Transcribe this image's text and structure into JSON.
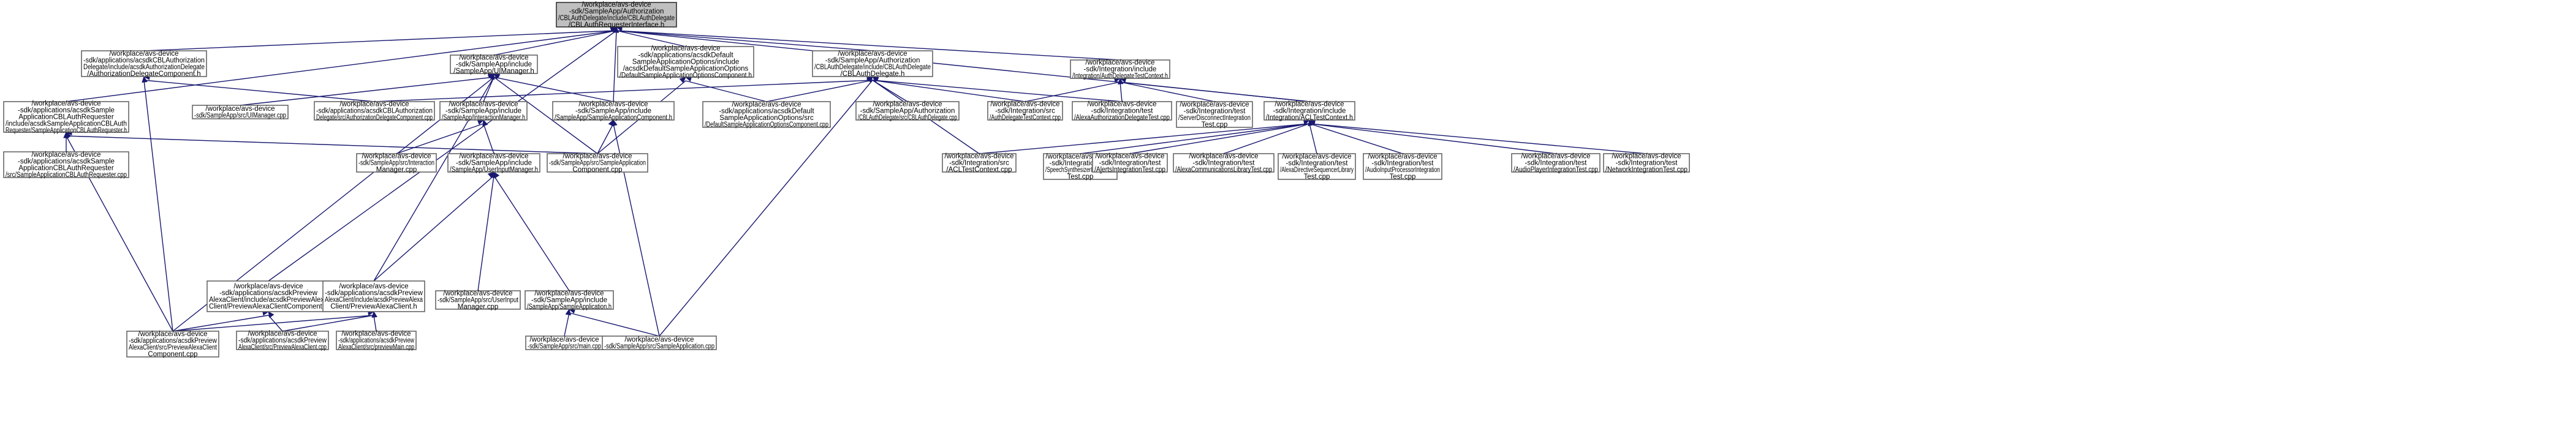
{
  "graph": {
    "nodes": [
      {
        "id": "root",
        "root": true,
        "lines": [
          "/workplace/avs-device",
          "-sdk/SampleApp/Authorization",
          "/CBLAuthDelegate/include/CBLAuthDelegate",
          "/CBLAuthRequesterInterface.h"
        ]
      },
      {
        "id": "n_apprequester_h",
        "lines": [
          "/workplace/avs-device",
          "-sdk/applications/acsdkSample",
          "ApplicationCBLAuthRequester",
          "/include/acsdkSampleApplicationCBLAuth",
          "Requester/SampleApplicationCBLAuthRequester.h"
        ]
      },
      {
        "id": "n_authdelegatecomp_h",
        "lines": [
          "/workplace/avs-device",
          "-sdk/applications/acsdkCBLAuthorization",
          "Delegate/include/acsdkAuthorizationDelegate",
          "/AuthorizationDelegateComponent.h"
        ]
      },
      {
        "id": "n_uimanager_h",
        "lines": [
          "/workplace/avs-device",
          "-sdk/SampleApp/include",
          "/SampleApp/UIManager.h"
        ]
      },
      {
        "id": "n_defaultopts_h",
        "lines": [
          "/workplace/avs-device",
          "-sdk/applications/acsdkDefault",
          "SampleApplicationOptions/include",
          "/acsdkDefaultSampleApplicationOptions",
          "/DefaultSampleApplicationOptionsComponent.h"
        ]
      },
      {
        "id": "n_cblauthdelegate_h",
        "lines": [
          "/workplace/avs-device",
          "-sdk/SampleApp/Authorization",
          "/CBLAuthDelegate/include/CBLAuthDelegate",
          "/CBLAuthDelegate.h"
        ]
      },
      {
        "id": "n_authdelegatetestctx_h",
        "lines": [
          "/workplace/avs-device",
          "-sdk/Integration/include",
          "/Integration/AuthDelegateTestContext.h"
        ]
      },
      {
        "id": "n_apprequester_cpp",
        "lines": [
          "/workplace/avs-device",
          "-sdk/applications/acsdkSample",
          "ApplicationCBLAuthRequester",
          "/src/SampleApplicationCBLAuthRequester.cpp"
        ]
      },
      {
        "id": "n_uimanager_cpp",
        "lines": [
          "/workplace/avs-device",
          "-sdk/SampleApp/src/UIManager.cpp"
        ]
      },
      {
        "id": "n_authdelegatecomp_cpp",
        "lines": [
          "/workplace/avs-device",
          "-sdk/applications/acsdkCBLAuthorization",
          "Delegate/src/AuthorizationDelegateComponent.cpp"
        ]
      },
      {
        "id": "n_interactionmgr_h",
        "lines": [
          "/workplace/avs-device",
          "-sdk/SampleApp/include",
          "/SampleApp/InteractionManager.h"
        ]
      },
      {
        "id": "n_appcomponent_h",
        "lines": [
          "/workplace/avs-device",
          "-sdk/SampleApp/include",
          "/SampleApp/SampleApplicationComponent.h"
        ]
      },
      {
        "id": "n_defaultopts_cpp",
        "lines": [
          "/workplace/avs-device",
          "-sdk/applications/acsdkDefault",
          "SampleApplicationOptions/src",
          "/DefaultSampleApplicationOptionsComponent.cpp"
        ]
      },
      {
        "id": "n_cblauthdelegate_cpp",
        "lines": [
          "/workplace/avs-device",
          "-sdk/SampleApp/Authorization",
          "/CBLAuthDelegate/src/CBLAuthDelegate.cpp"
        ]
      },
      {
        "id": "n_authdelegatetestctx_cpp",
        "lines": [
          "/workplace/avs-device",
          "-sdk/Integration/src",
          "/AuthDelegateTestContext.cpp"
        ]
      },
      {
        "id": "n_alexaauthtest_cpp",
        "lines": [
          "/workplace/avs-device",
          "-sdk/Integration/test",
          "/AlexaAuthorizationDelegateTest.cpp"
        ]
      },
      {
        "id": "n_serverdisconnect_cpp",
        "lines": [
          "/workplace/avs-device",
          "-sdk/Integration/test",
          "/ServerDisconnectIntegration",
          "Test.cpp"
        ]
      },
      {
        "id": "n_acltestctx_h",
        "lines": [
          "/workplace/avs-device",
          "-sdk/Integration/include",
          "/Integration/ACLTestContext.h"
        ]
      },
      {
        "id": "n_interactionmgr_cpp",
        "lines": [
          "/workplace/avs-device",
          "-sdk/SampleApp/src/Interaction",
          "Manager.cpp"
        ]
      },
      {
        "id": "n_appcomponent_cpp",
        "lines": [
          "/workplace/avs-device",
          "-sdk/SampleApp/src/SampleApplication",
          "Component.cpp"
        ]
      },
      {
        "id": "n_acltestctx_cpp",
        "lines": [
          "/workplace/avs-device",
          "-sdk/Integration/src",
          "/ACLTestContext.cpp"
        ]
      },
      {
        "id": "n_speechsynth_cpp",
        "lines": [
          "/workplace/avs-device",
          "-sdk/Integration/test",
          "/SpeechSynthesizerIntegration",
          "Test.cpp"
        ]
      },
      {
        "id": "n_alerts_cpp",
        "lines": [
          "/workplace/avs-device",
          "-sdk/Integration/test",
          "/AlertsIntegrationTest.cpp"
        ]
      },
      {
        "id": "n_alexacomms_cpp",
        "lines": [
          "/workplace/avs-device",
          "-sdk/Integration/test",
          "/AlexaCommunicationsLibraryTest.cpp"
        ]
      },
      {
        "id": "n_directiveseq_cpp",
        "lines": [
          "/workplace/avs-device",
          "-sdk/Integration/test",
          "/AlexaDirectiveSequencerLibrary",
          "Test.cpp"
        ]
      },
      {
        "id": "n_audioinput_cpp",
        "lines": [
          "/workplace/avs-device",
          "-sdk/Integration/test",
          "/AudioInputProcessorIntegration",
          "Test.cpp"
        ]
      },
      {
        "id": "n_audioplayer_cpp",
        "lines": [
          "/workplace/avs-device",
          "-sdk/Integration/test",
          "/AudioPlayerIntegrationTest.cpp"
        ]
      },
      {
        "id": "n_network_cpp",
        "lines": [
          "/workplace/avs-device",
          "-sdk/Integration/test",
          "/NetworkIntegrationTest.cpp"
        ]
      },
      {
        "id": "n_userinputmgr_h",
        "lines": [
          "/workplace/avs-device",
          "-sdk/SampleApp/include",
          "/SampleApp/UserInputManager.h"
        ]
      },
      {
        "id": "n_previewcomp_h",
        "lines": [
          "/workplace/avs-device",
          "-sdk/applications/acsdkPreview",
          "AlexaClient/include/acsdkPreviewAlexa",
          "Client/PreviewAlexaClientComponent.h"
        ]
      },
      {
        "id": "n_previewclient_h",
        "lines": [
          "/workplace/avs-device",
          "-sdk/applications/acsdkPreview",
          "AlexaClient/include/acsdkPreviewAlexa",
          "Client/PreviewAlexaClient.h"
        ]
      },
      {
        "id": "n_userinputmgr_cpp",
        "lines": [
          "/workplace/avs-device",
          "-sdk/SampleApp/src/UserInput",
          "Manager.cpp"
        ]
      },
      {
        "id": "n_sampleapp_h",
        "lines": [
          "/workplace/avs-device",
          "-sdk/SampleApp/include",
          "/SampleApp/SampleApplication.h"
        ]
      },
      {
        "id": "n_previewcomp_cpp",
        "lines": [
          "/workplace/avs-device",
          "-sdk/applications/acsdkPreview",
          "AlexaClient/src/PreviewAlexaClient",
          "Component.cpp"
        ]
      },
      {
        "id": "n_previewclient_cpp",
        "lines": [
          "/workplace/avs-device",
          "-sdk/applications/acsdkPreview",
          "AlexaClient/src/PreviewAlexaClient.cpp"
        ]
      },
      {
        "id": "n_previewmain_cpp",
        "lines": [
          "/workplace/avs-device",
          "-sdk/applications/acsdkPreview",
          "AlexaClient/src/previewMain.cpp"
        ]
      },
      {
        "id": "n_main_cpp",
        "lines": [
          "/workplace/avs-device",
          "-sdk/SampleApp/src/main.cpp"
        ]
      },
      {
        "id": "n_sampleapp_cpp",
        "lines": [
          "/workplace/avs-device",
          "-sdk/SampleApp/src/SampleApplication.cpp"
        ]
      }
    ],
    "edges": [
      [
        "n_apprequester_h",
        "root"
      ],
      [
        "n_authdelegatecomp_h",
        "root"
      ],
      [
        "n_uimanager_h",
        "root"
      ],
      [
        "n_defaultopts_h",
        "root"
      ],
      [
        "n_cblauthdelegate_h",
        "root"
      ],
      [
        "n_authdelegatetestctx_h",
        "root"
      ],
      [
        "n_acltestctx_h",
        "root"
      ],
      [
        "n_appcomponent_h",
        "root"
      ],
      [
        "n_previewcomp_h",
        "root"
      ],
      [
        "n_apprequester_cpp",
        "n_apprequester_h"
      ],
      [
        "n_appcomponent_cpp",
        "n_apprequester_h"
      ],
      [
        "n_previewcomp_cpp",
        "n_apprequester_h"
      ],
      [
        "n_authdelegatecomp_cpp",
        "n_authdelegatecomp_h"
      ],
      [
        "n_previewcomp_cpp",
        "n_authdelegatecomp_h"
      ],
      [
        "n_uimanager_cpp",
        "n_uimanager_h"
      ],
      [
        "n_interactionmgr_h",
        "n_uimanager_h"
      ],
      [
        "n_appcomponent_h",
        "n_uimanager_h"
      ],
      [
        "n_appcomponent_cpp",
        "n_uimanager_h"
      ],
      [
        "n_previewclient_h",
        "n_uimanager_h"
      ],
      [
        "n_previewcomp_cpp",
        "n_uimanager_h"
      ],
      [
        "n_defaultopts_cpp",
        "n_defaultopts_h"
      ],
      [
        "n_appcomponent_cpp",
        "n_defaultopts_h"
      ],
      [
        "n_authdelegatecomp_cpp",
        "n_cblauthdelegate_h"
      ],
      [
        "n_defaultopts_cpp",
        "n_cblauthdelegate_h"
      ],
      [
        "n_cblauthdelegate_cpp",
        "n_cblauthdelegate_h"
      ],
      [
        "n_authdelegatetestctx_cpp",
        "n_cblauthdelegate_h"
      ],
      [
        "n_alexaauthtest_cpp",
        "n_cblauthdelegate_h"
      ],
      [
        "n_acltestctx_cpp",
        "n_cblauthdelegate_h"
      ],
      [
        "n_sampleapp_cpp",
        "n_cblauthdelegate_h"
      ],
      [
        "n_authdelegatetestctx_cpp",
        "n_authdelegatetestctx_h"
      ],
      [
        "n_alexaauthtest_cpp",
        "n_authdelegatetestctx_h"
      ],
      [
        "n_serverdisconnect_cpp",
        "n_authdelegatetestctx_h"
      ],
      [
        "n_acltestctx_h",
        "n_authdelegatetestctx_h"
      ],
      [
        "n_acltestctx_cpp",
        "n_acltestctx_h"
      ],
      [
        "n_speechsynth_cpp",
        "n_acltestctx_h"
      ],
      [
        "n_alerts_cpp",
        "n_acltestctx_h"
      ],
      [
        "n_alexacomms_cpp",
        "n_acltestctx_h"
      ],
      [
        "n_directiveseq_cpp",
        "n_acltestctx_h"
      ],
      [
        "n_audioinput_cpp",
        "n_acltestctx_h"
      ],
      [
        "n_audioplayer_cpp",
        "n_acltestctx_h"
      ],
      [
        "n_network_cpp",
        "n_acltestctx_h"
      ],
      [
        "n_interactionmgr_cpp",
        "n_interactionmgr_h"
      ],
      [
        "n_userinputmgr_h",
        "n_interactionmgr_h"
      ],
      [
        "n_appcomponent_cpp",
        "n_appcomponent_h"
      ],
      [
        "n_sampleapp_cpp",
        "n_appcomponent_h"
      ],
      [
        "n_previewclient_h",
        "n_userinputmgr_h"
      ],
      [
        "n_userinputmgr_cpp",
        "n_userinputmgr_h"
      ],
      [
        "n_sampleapp_h",
        "n_userinputmgr_h"
      ],
      [
        "n_previewcomp_cpp",
        "n_previewcomp_h"
      ],
      [
        "n_previewclient_cpp",
        "n_previewcomp_h"
      ],
      [
        "n_previewcomp_cpp",
        "n_previewclient_h"
      ],
      [
        "n_previewclient_cpp",
        "n_previewclient_h"
      ],
      [
        "n_previewmain_cpp",
        "n_previewclient_h"
      ],
      [
        "n_main_cpp",
        "n_sampleapp_h"
      ],
      [
        "n_sampleapp_cpp",
        "n_sampleapp_h"
      ]
    ]
  }
}
